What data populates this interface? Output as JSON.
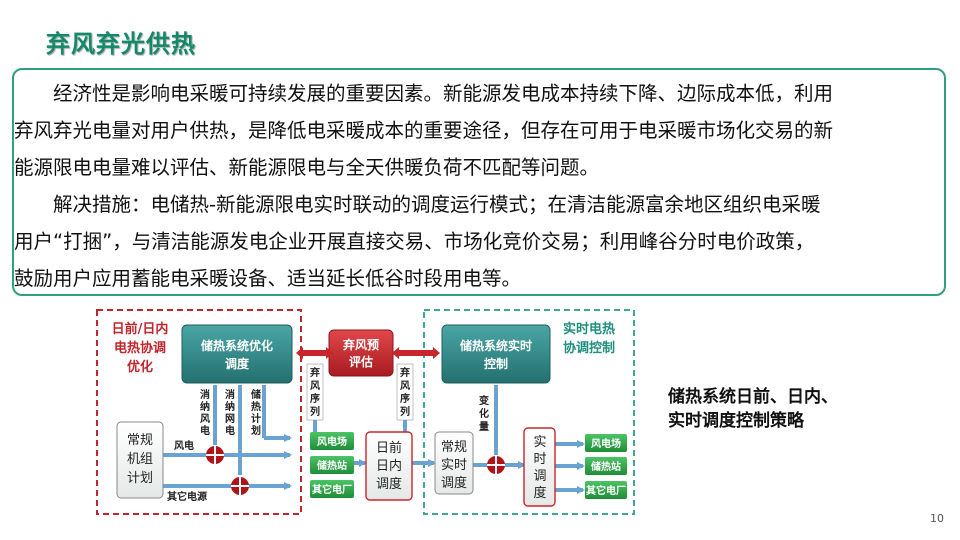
{
  "slide": {
    "title": "弃风弃光供热",
    "paragraph_lines": [
      "　　经济性是影响电采暖可持续发展的重要因素。新能源发电成本持续下降、边际成本低，利用",
      "弃风弃光电量对用户供热，是降低电采暖成本的重要途径，但存在可用于电采暖市场化交易的新",
      "能源限电电量难以评估、新能源限电与全天供暖负荷不匹配等问题。",
      "　　解决措施：电储热-新能源限电实时联动的调度运行模式；在清洁能源富余地区组织电采暖",
      "用户“打捆”，与清洁能源发电企业开展直接交易、市场化竞价交易；利用峰谷分时电价政策，",
      "鼓励用户应用蓄能电采暖设备、适当延长低谷时段用电等。"
    ],
    "caption_lines": [
      "储热系统日前、日内、",
      "实时调度控制策略"
    ],
    "page_number": "10"
  },
  "diagram": {
    "left_region_label": [
      "日前/日内",
      "电热协调",
      "优化"
    ],
    "right_region_label": [
      "实时电热",
      "协调控制"
    ],
    "box_storage_opt": [
      "储热系统优化",
      "调度"
    ],
    "box_curtail_eval": [
      "弃风预",
      "评估"
    ],
    "box_storage_rt": [
      "储热系统实时",
      "控制"
    ],
    "box_conventional_plan": [
      "常规",
      "机组",
      "计划"
    ],
    "box_dayahead_intraday": [
      "日前",
      "日内",
      "调度"
    ],
    "box_conventional_rt": [
      "常规",
      "实时",
      "调度"
    ],
    "box_realtime_dispatch": [
      "实",
      "时",
      "调",
      "度"
    ],
    "label_curtail_seq_left": [
      "弃",
      "风",
      "序",
      "列"
    ],
    "label_curtail_seq_right": [
      "弃",
      "风",
      "序",
      "列"
    ],
    "label_absorb_wind": [
      "消",
      "纳",
      "风",
      "电"
    ],
    "label_absorb_grid": [
      "消",
      "纳",
      "网",
      "电"
    ],
    "label_storage_plan": [
      "储",
      "热",
      "计",
      "划"
    ],
    "label_variation": [
      "变",
      "化",
      "量"
    ],
    "label_wind_power": "风电",
    "label_other_power": "其它电源",
    "green_left": [
      "风电场",
      "储热站",
      "其它电厂"
    ],
    "green_right": [
      "风电场",
      "储热站",
      "其它电厂"
    ],
    "colors": {
      "red_dash": "#c0262c",
      "teal_dash": "#3fa79a",
      "teal_box": "#2f8a8a",
      "red_box": "#c8262c",
      "green_box": "#2fa84a",
      "arrow": "#6aa3d2",
      "plus": "#b0141b"
    }
  }
}
